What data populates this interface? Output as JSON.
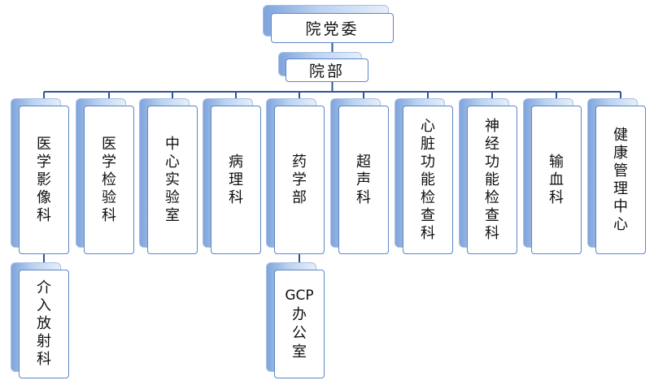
{
  "diagram": {
    "root": {
      "label": "院党委"
    },
    "level2": {
      "label": "院部"
    },
    "departments": [
      {
        "id": "d1",
        "label": "医学影像科"
      },
      {
        "id": "d2",
        "label": "医学检验科"
      },
      {
        "id": "d3",
        "label": "中心实验室"
      },
      {
        "id": "d4",
        "label": "病理科"
      },
      {
        "id": "d5",
        "label": "药学部"
      },
      {
        "id": "d6",
        "label": "超声科"
      },
      {
        "id": "d7",
        "label": "心脏功能检查科"
      },
      {
        "id": "d8",
        "label": "神经功能检查科"
      },
      {
        "id": "d9",
        "label": "输血科"
      },
      {
        "id": "d10",
        "label": "健康管理中心"
      }
    ],
    "sub_units": [
      {
        "id": "s1",
        "parent": "d1",
        "label": "介入放射科"
      },
      {
        "id": "s2",
        "parent": "d5",
        "label": "GCP办公室"
      }
    ],
    "colors": {
      "connector": "#2f5597",
      "card_border": "#5b87c4",
      "shade": "#7fa4dc"
    }
  }
}
